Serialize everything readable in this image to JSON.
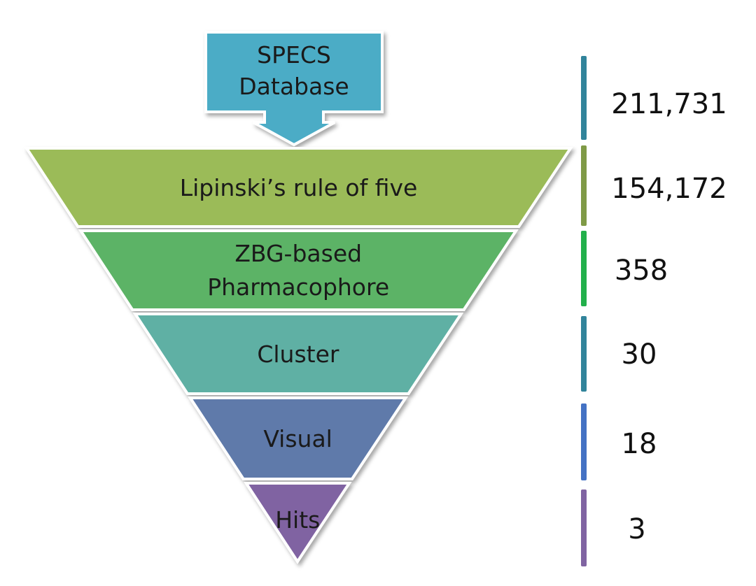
{
  "source_box": {
    "line1": "SPECS",
    "line2": "Database",
    "color": "#4bacc6"
  },
  "stages": [
    {
      "line1": "Lipinski’s rule of five",
      "line2": "",
      "color": "#9bbb59",
      "count": "154,172",
      "bar_color": "#7f9a46"
    },
    {
      "line1": "ZBG-based",
      "line2": "Pharmacophore",
      "color": "#5cb366",
      "count": "358",
      "bar_color": "#22b04b"
    },
    {
      "line1": "Cluster",
      "line2": "",
      "color": "#5fb0a4",
      "count": "30",
      "bar_color": "#31849b"
    },
    {
      "line1": "Visual",
      "line2": "",
      "color": "#5f7aaa",
      "count": "18",
      "bar_color": "#4472c4"
    },
    {
      "line1": "Hits",
      "line2": "",
      "color": "#8064a2",
      "count": "3",
      "bar_color": "#8064a2"
    }
  ],
  "database_count": {
    "value": "211,731",
    "bar_color": "#31849b"
  }
}
